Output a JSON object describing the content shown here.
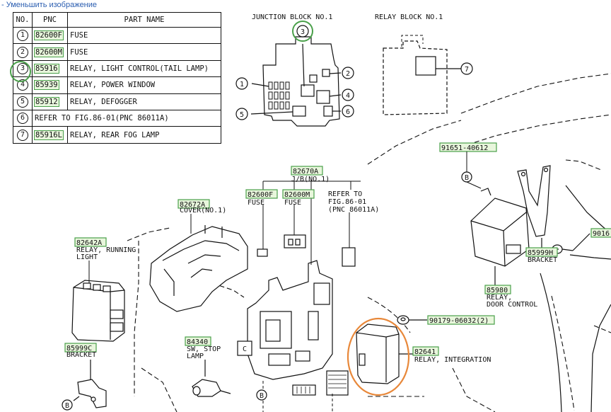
{
  "topbar": {
    "link": "- Уменьшить изображение"
  },
  "table": {
    "headers": {
      "no": "NO.",
      "pnc": "PNC",
      "name": "PART NAME"
    },
    "rows": [
      {
        "no": "1",
        "pnc": "82600F",
        "name": "FUSE"
      },
      {
        "no": "2",
        "pnc": "82600M",
        "name": "FUSE"
      },
      {
        "no": "3",
        "pnc": "85916",
        "name": "RELAY, LIGHT CONTROL(TAIL LAMP)"
      },
      {
        "no": "4",
        "pnc": "85939",
        "name": "RELAY, POWER WINDOW"
      },
      {
        "no": "5",
        "pnc": "85912",
        "name": "RELAY, DEFOGGER"
      },
      {
        "no": "6",
        "pnc": "",
        "name": "REFER TO FIG.86-01(PNC 86011A)"
      },
      {
        "no": "7",
        "pnc": "85916L",
        "name": "RELAY, REAR FOG LAMP"
      }
    ]
  },
  "blocks": {
    "junction": {
      "title": "JUNCTION BLOCK NO.1",
      "callouts": [
        "1",
        "2",
        "3",
        "4",
        "5",
        "6"
      ]
    },
    "relay": {
      "title": "RELAY BLOCK NO.1",
      "callout": "7"
    }
  },
  "labels": {
    "jb_pnc": "82670A",
    "jb_name": "J/B(NO.1)",
    "fuse_f_pnc": "82600F",
    "fuse_f_name": "FUSE",
    "fuse_m_pnc": "82600M",
    "fuse_m_name": "FUSE",
    "refer_1": "REFER TO",
    "refer_2": "FIG.86-01",
    "refer_3": "(PNC 86011A)",
    "cover_pnc": "82672A",
    "cover_name": "COVER(NO.1)",
    "running_pnc": "82642A",
    "running_name_1": "RELAY, RUNNING",
    "running_name_2": "LIGHT",
    "bracket_l_pnc": "85999C",
    "bracket_l_name": "BRACKET",
    "stop_pnc": "84340",
    "stop_name_1": "SW, STOP",
    "stop_name_2": "LAMP",
    "integ_pnc": "82641",
    "integ_name": "RELAY, INTEGRATION",
    "bolt_pnc": "91651-40612",
    "screw_pnc": "9016",
    "bracket_r_pnc": "85999H",
    "bracket_r_name": "BRACKET",
    "door_pnc": "85980",
    "door_name_1": "RELAY,",
    "door_name_2": "DOOR CONTROL",
    "clip_pnc": "90179-06032(2)",
    "ref_b": "B",
    "ref_c": "C"
  },
  "colors": {
    "highlight_green": "#4aa04a",
    "highlight_fill": "#e8f6dc",
    "orange_circle": "#e8883a",
    "link_blue": "#2a5db0"
  }
}
